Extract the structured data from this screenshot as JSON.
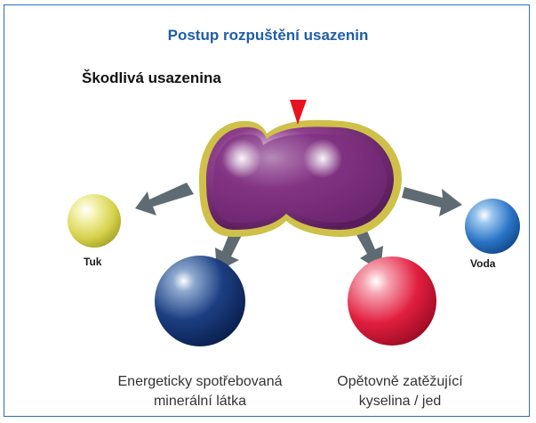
{
  "title": "Postup rozpuštění usazenin",
  "deposit_label": "Škodlivá usazenina",
  "labels": {
    "fat": "Tuk",
    "water": "Voda",
    "mineral_line1": "Energeticky spotřebovaná",
    "mineral_line2": "minerální látka",
    "acid_line1": "Opětovně zatěžující",
    "acid_line2": "kyselina / jed"
  },
  "colors": {
    "frame": "#2a6fb8",
    "title": "#1f5ea8",
    "deposit": "#7a2c7e",
    "deposit_rim": "#d8c63a",
    "fat_sphere": "#d6d24a",
    "water_sphere": "#1f6fc4",
    "mineral_sphere": "#0f2e6e",
    "acid_sphere": "#e01a3c",
    "arrow": "#5e6b73",
    "pointer": "#e8121e"
  },
  "icons": {
    "pointer": "red-triangle-pointer",
    "arrows": "gray-block-arrow"
  }
}
